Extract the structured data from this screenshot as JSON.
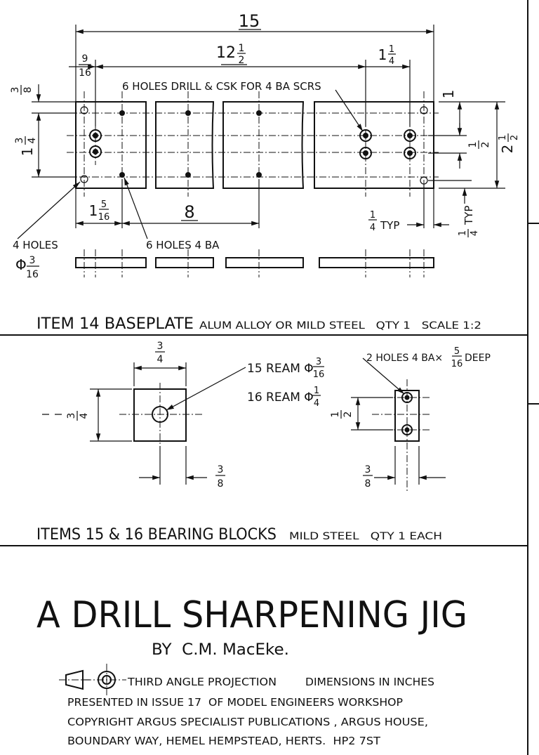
{
  "baseplate": {
    "dims": {
      "overall": "15",
      "span_whole": "12",
      "span_frac_num": "1",
      "span_frac_den": "2",
      "right_whole": "1",
      "right_num": "1",
      "right_den": "4",
      "left_num": "9",
      "left_den": "16",
      "top_num": "3",
      "top_den": "8",
      "height_whole": "1",
      "height_num": "3",
      "height_den": "4",
      "bottom_whole": "1",
      "bottom_num": "5",
      "bottom_den": "16",
      "eight": "8",
      "r_one": "1",
      "r_half_num": "1",
      "r_half_den": "2",
      "r_total_whole": "2",
      "r_total_num": "1",
      "r_total_den": "2",
      "typ_num": "1",
      "typ_den": "4",
      "typ": "TYP",
      "typ2_num": "1",
      "typ2_den": "4",
      "typ2": "TYP"
    },
    "callout_csk": "6 HOLES DRILL & CSK FOR 4 BA SCRS",
    "callout_4holes": "4 HOLES",
    "callout_4holes_phi": "Φ",
    "callout_4holes_num": "3",
    "callout_4holes_den": "16",
    "callout_6holes": "6 HOLES 4 BA",
    "title_item": "ITEM 14 BASEPLATE",
    "title_spec": "ALUM ALLOY OR MILD STEEL   QTY 1   SCALE 1:2"
  },
  "bearing": {
    "width_num": "3",
    "width_den": "4",
    "height_num": "3",
    "height_den": "4",
    "offset_num": "3",
    "offset_den": "8",
    "ream15": "15 REAM Φ",
    "ream15_num": "3",
    "ream15_den": "16",
    "ream16": "16 REAM Φ",
    "ream16_num": "1",
    "ream16_den": "4",
    "holes_text": "2 HOLES 4 BA×",
    "holes_num": "5",
    "holes_den": "16",
    "holes_deep": "DEEP",
    "side_num": "1",
    "side_den": "2",
    "side_off_num": "3",
    "side_off_den": "8",
    "title_item": "ITEMS 15 & 16 BEARING BLOCKS",
    "title_spec": "MILD STEEL   QTY 1 EACH"
  },
  "titleblock": {
    "title": "A DRILL SHARPENING JIG",
    "author": "BY  C.M. MacEke.",
    "projection": "THIRD ANGLE PROJECTION",
    "units": "DIMENSIONS IN INCHES",
    "line1": "PRESENTED IN ISSUE 17  OF MODEL ENGINEERS WORKSHOP",
    "line2": "COPYRIGHT ARGUS SPECIALIST PUBLICATIONS , ARGUS HOUSE,",
    "line3": "BOUNDARY WAY, HEMEL HEMPSTEAD, HERTS.  HP2 7ST"
  }
}
